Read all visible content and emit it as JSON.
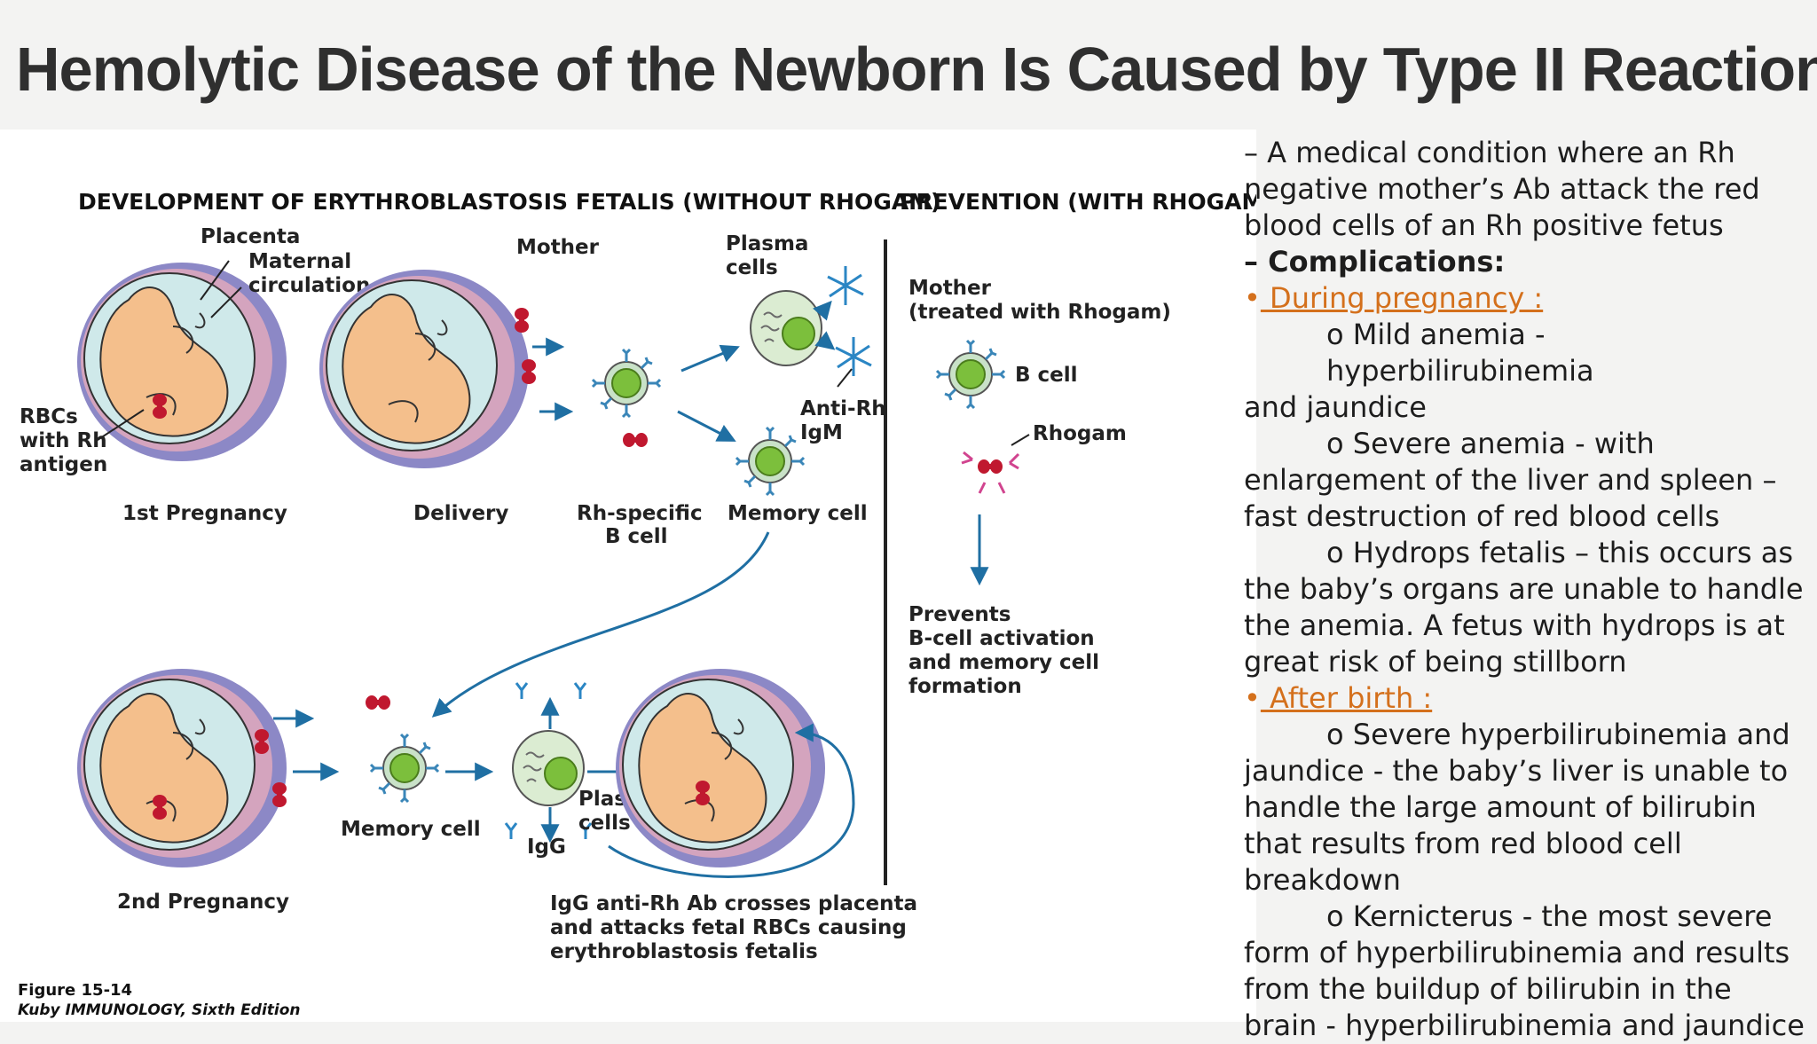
{
  "title": "Hemolytic Disease of the Newborn Is Caused by Type II Reactions",
  "figure": {
    "heading_left": "DEVELOPMENT OF ERYTHROBLASTOSIS FETALIS (WITHOUT RHOGAM)",
    "heading_right": "PREVENTION (WITH RHOGAM)",
    "placenta": "Placenta",
    "maternal_line1": "Maternal",
    "maternal_line2": "circulation",
    "mother": "Mother",
    "plasma_cells_top_1": "Plasma",
    "plasma_cells_top_2": "cells",
    "rbc_line1": "RBCs",
    "rbc_line2": "with Rh",
    "rbc_line3": "antigen",
    "first_pregnancy": "1st Pregnancy",
    "delivery": "Delivery",
    "rh_bcell_1": "Rh-specific",
    "rh_bcell_2": "B cell",
    "memory_cell_top": "Memory cell",
    "anti_rh_1": "Anti-Rh",
    "anti_rh_2": "IgM",
    "mother_treated_1": "Mother",
    "mother_treated_2": "(treated with Rhogam)",
    "bcell": "B cell",
    "rhogam": "Rhogam",
    "prevents_1": "Prevents",
    "prevents_2": "B-cell activation",
    "prevents_3": "and memory cell",
    "prevents_4": "formation",
    "memory_cell_bottom": "Memory cell",
    "plasma_cells_bottom_1": "Plasma",
    "plasma_cells_bottom_2": "cells",
    "igg": "IgG",
    "second_pregnancy": "2nd Pregnancy",
    "igg_caption_1": "IgG anti-Rh Ab crosses placenta",
    "igg_caption_2": "and attacks fetal RBCs causing",
    "igg_caption_3": "erythroblastosis fetalis",
    "fig_number": "Figure 15-14",
    "fig_source": "Kuby IMMUNOLOGY, Sixth Edition"
  },
  "text": {
    "p1": "– A medical condition where an Rh negative mother’s Ab attack the red blood cells of an Rh positive fetus",
    "p2": "– Complications:",
    "bullet1": "  During pregnancy :",
    "b1_item1": "o Mild anemia - hyperbilirubinemia",
    "b1_item1_cont": "and jaundice",
    "b1_item2": "o Severe anemia - with",
    "b1_item2_cont": "enlargement of the liver and spleen – fast destruction of red blood cells",
    "b1_item3": "o Hydrops fetalis – this occurs as",
    "b1_item3_cont": "the baby’s organs are unable to handle the anemia. A fetus with hydrops is at great risk of being stillborn",
    "bullet2": " After birth  :",
    "b2_item1": "o Severe hyperbilirubinemia and",
    "b2_item1_cont": "jaundice - the baby’s liver is unable to handle the large amount of bilirubin that results from red blood cell breakdown",
    "b2_item2": "o Kernicterus - the most severe",
    "b2_item2_cont": "form of hyperbilirubinemia and results from the buildup of bilirubin in the brain - hyperbilirubinemia and jaundice",
    "bullet_mark": "•"
  },
  "colors": {
    "title": "#2f2f2f",
    "accent_orange": "#d4701c",
    "arrow_blue": "#1f6fa3",
    "cell_green": "#7cbf3c",
    "rbc_red": "#c0182f",
    "skin": "#f4bf8c",
    "placenta_lilac": "#b0a9d9",
    "placenta_pink": "#d4a4be",
    "fluid": "#cfe9ea"
  }
}
